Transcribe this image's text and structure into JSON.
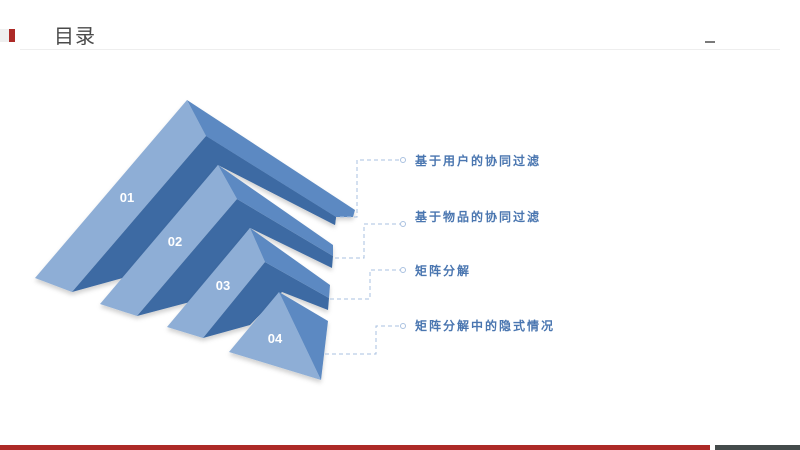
{
  "header": {
    "title": "目录"
  },
  "items": [
    {
      "number": "01",
      "label": "基于用户的协同过滤"
    },
    {
      "number": "02",
      "label": "基于物品的协同过滤"
    },
    {
      "number": "03",
      "label": "矩阵分解"
    },
    {
      "number": "04",
      "label": "矩阵分解中的隐式情况"
    }
  ],
  "colors": {
    "accent_red": "#ad2a27",
    "footer_gray": "#444b4b",
    "label_blue": "#4a76b0",
    "face_light": "#8eaed6",
    "face_mid": "#5b89c2",
    "face_dark": "#3d6aa3"
  }
}
